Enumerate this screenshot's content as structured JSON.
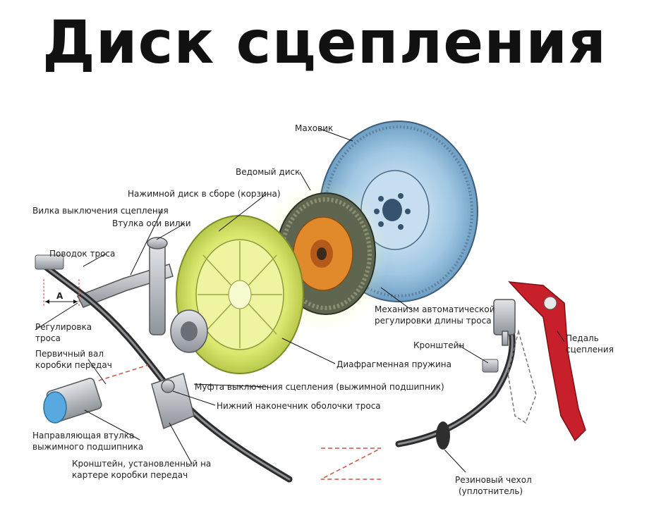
{
  "title": "Диск сцепления",
  "labels": {
    "flywheel": "Маховик",
    "driven_disc": "Ведомый диск",
    "pressure_plate": "Нажимной диск в сборе (корзина)",
    "release_fork": "Вилка выключения сцепления",
    "fork_bushing": "Втулка оси вилки",
    "cable_lever": "Поводок троса",
    "dimension_a": "A",
    "adjustment_1": "Регулировка",
    "adjustment_2": "троса",
    "input_shaft_1": "Первичный вал",
    "input_shaft_2": "коробки передач",
    "guide_sleeve_1": "Направляющая втулка",
    "guide_sleeve_2": "выжимного подшипника",
    "bracket_gearbox_1": "Кронштейн, установленный на",
    "bracket_gearbox_2": "картере коробки передач",
    "lower_tip": "Нижний наконечник оболочки троса",
    "release_bearing": "Муфта выключения сцепления (выжимной подшипник)",
    "diaphragm_spring": "Диафрагменная пружина",
    "auto_adjust_1": "Механизм автоматической",
    "auto_adjust_2": "регулировки длины троса",
    "bracket": "Кронштейн",
    "pedal_1": "Педаль",
    "pedal_2": "сцепления",
    "rubber_boot_1": "Резиновый чехол",
    "rubber_boot_2": "(уплотнитель)"
  },
  "colors": {
    "flywheel": "#9fc6e2",
    "pressure_plate": "#dbe870",
    "driven_disc": "#e08a2c",
    "pedal": "#c8202a",
    "metal": "#b8bcc2"
  }
}
